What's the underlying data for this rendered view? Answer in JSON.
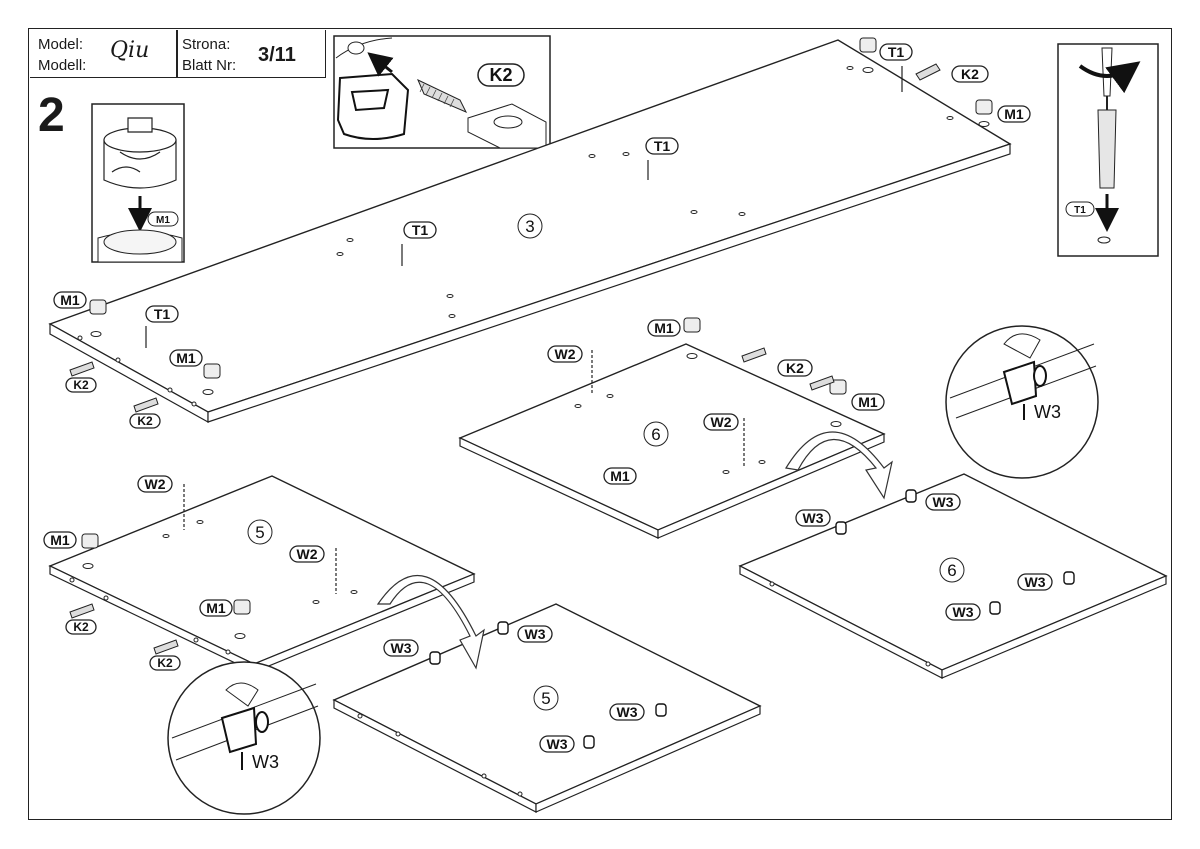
{
  "header": {
    "model_label": "Model:",
    "model_label_alt": "Modell:",
    "model_name": "Qiu",
    "page_label": "Strona:",
    "page_label_alt": "Blatt Nr:",
    "page_number": "3/11"
  },
  "step_number": "2",
  "parts": {
    "t1": "T1",
    "k2": "K2",
    "m1": "M1",
    "w2": "W2",
    "w3": "W3"
  },
  "panels": {
    "panel_3": "3",
    "panel_6_top": "6",
    "panel_6_bottom": "6",
    "panel_5_top": "5",
    "panel_5_bottom": "5"
  },
  "icons": [
    "cam-lock-icon",
    "safety-goggles-icon",
    "screwdriver-icon",
    "rotate-arrow-icon",
    "flip-arrow-icon"
  ]
}
